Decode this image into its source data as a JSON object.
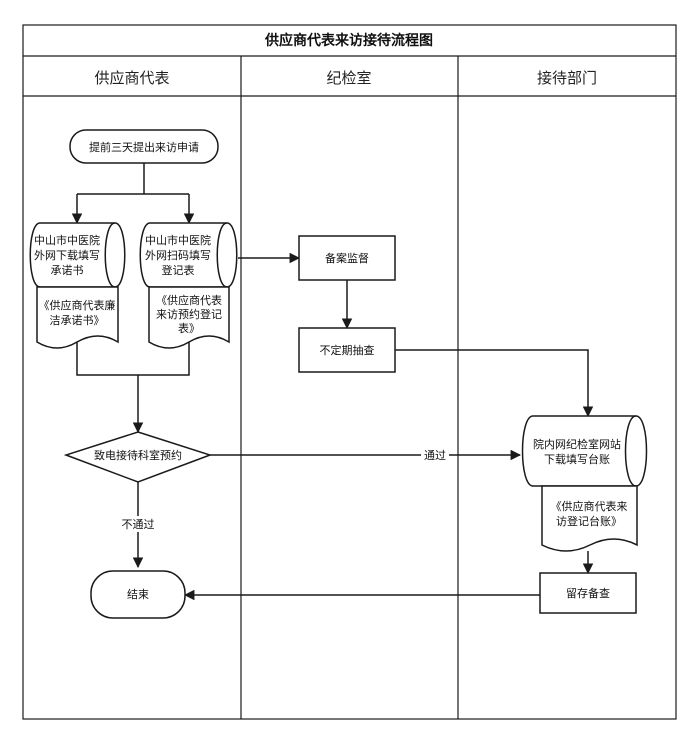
{
  "title": "供应商代表来访接待流程图",
  "lanes": [
    "供应商代表",
    "纪检室",
    "接待部门"
  ],
  "nodes": {
    "apply": "提前三天提出来访申请",
    "download_letter": [
      "中山市中医院",
      "外网下载填写",
      "承诺书"
    ],
    "letter_doc": [
      "《供应商代表廉",
      "洁承诺书》"
    ],
    "scan_register": [
      "中山市中医院",
      "外网扫码填写",
      "登记表"
    ],
    "register_doc": [
      "《供应商代表",
      "来访预约登记",
      "表》"
    ],
    "record_supervise": "备案监督",
    "spot_check": "不定期抽查",
    "call_reserve": "致电接待科室预约",
    "intranet_ledger": [
      "院内网纪检室网站",
      "下载填写台账"
    ],
    "ledger_doc": [
      "《供应商代表来",
      "访登记台账》"
    ],
    "keep_record": "留存备查",
    "end": "结束"
  },
  "edges": {
    "pass": "通过",
    "fail": "不通过"
  }
}
